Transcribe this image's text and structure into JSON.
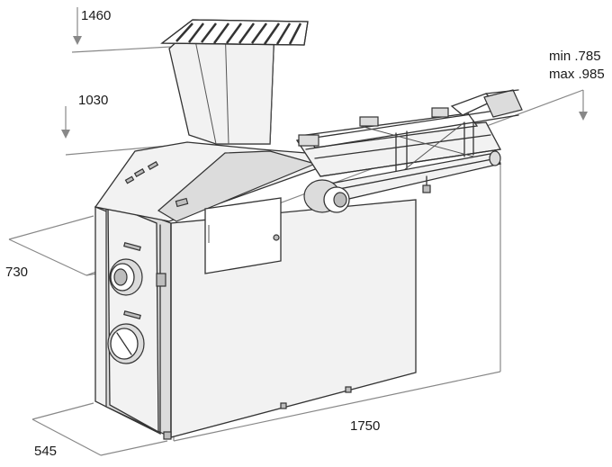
{
  "diagram": {
    "dimensions": {
      "hopper_top_height": "1460",
      "machine_top_height": "1030",
      "width": "730",
      "depth": "545",
      "length": "1750",
      "conveyor_min": "min .785",
      "conveyor_max": "max .985"
    },
    "colors": {
      "line": "#333333",
      "dimension_line": "#888888",
      "body_fill": "#f2f2f2"
    }
  }
}
